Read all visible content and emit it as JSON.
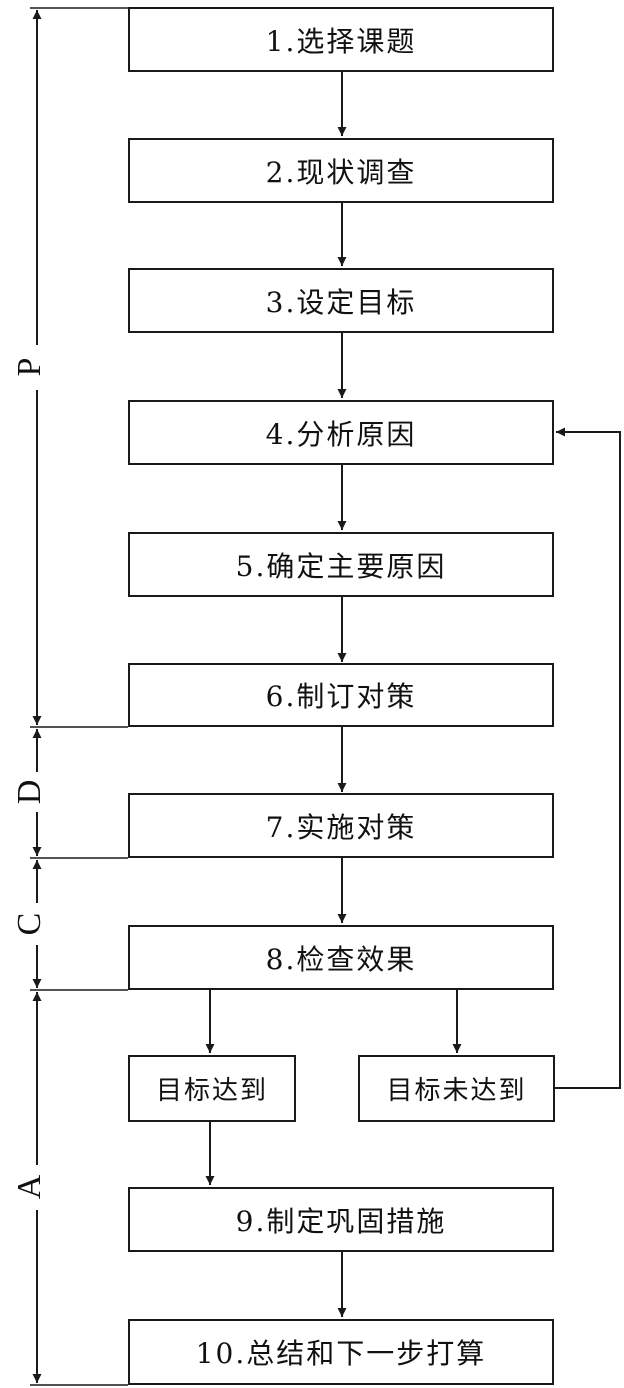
{
  "steps": [
    "1.选择课题",
    "2.现状调查",
    "3.设定目标",
    "4.分析原因",
    "5.确定主要原因",
    "6.制订对策",
    "7.实施对策",
    "8.检查效果",
    "9.制定巩固措施",
    "10.总结和下一步打算"
  ],
  "branches": {
    "achieved": "目标达到",
    "not_achieved": "目标未达到"
  },
  "phases": {
    "p": "P",
    "d": "D",
    "c": "C",
    "a": "A"
  },
  "colors": {
    "line": "#1a1a1a",
    "background": "#ffffff"
  }
}
